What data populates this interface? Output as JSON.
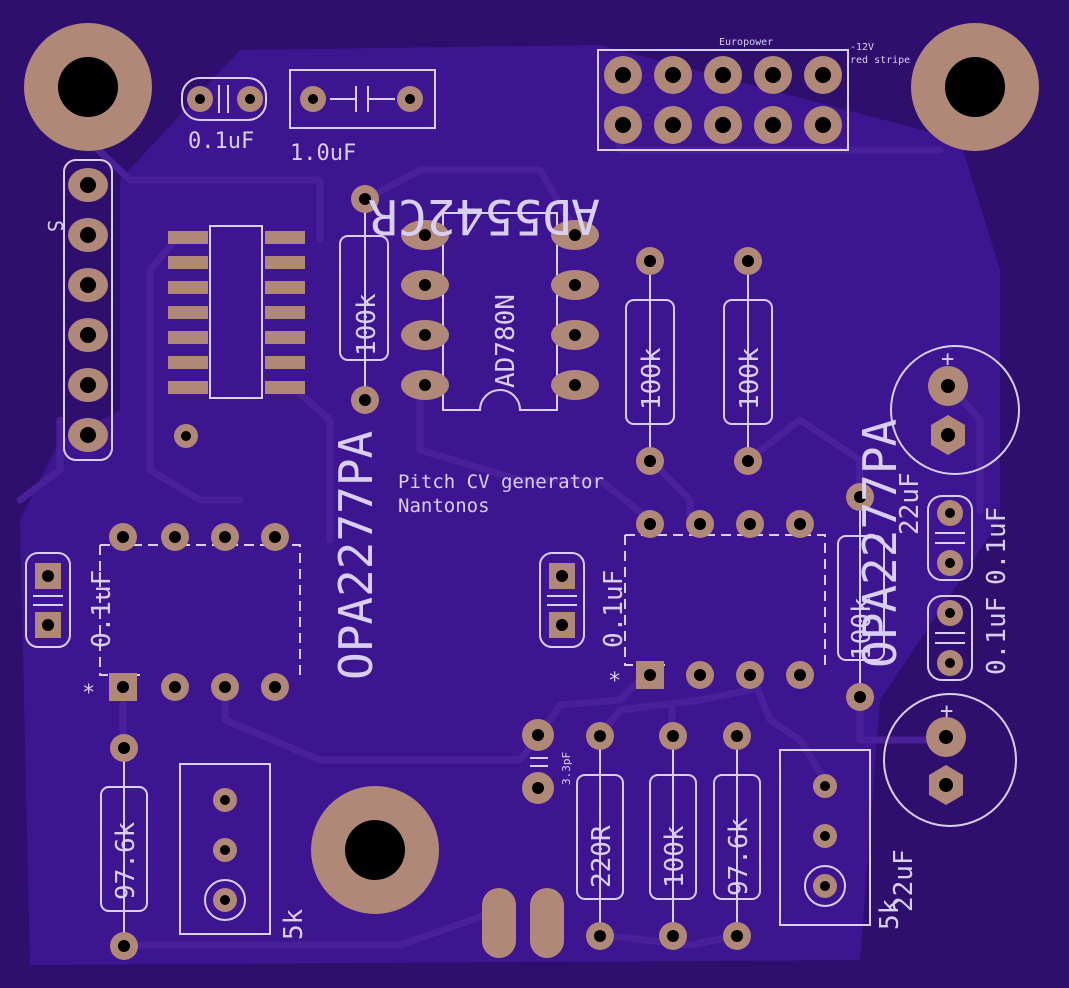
{
  "board": {
    "labels": {
      "title_line1": "Pitch CV generator",
      "title_line2": "Nantonos",
      "europower": "Europower",
      "minus12": "-12V",
      "red_stripe": "red stripe",
      "ic_ad5542": "AD5542CR",
      "ic_ad780": "AD780N",
      "ic_opa_left": "OPA2277PA",
      "ic_opa_right": "OPA2277PA",
      "pin_s": "S",
      "cap_top_small": "0.1uF",
      "cap_top_large": "1.0uF",
      "cap_left": "0.1uF",
      "cap_mid": "0.1uF",
      "cap_right_a": "0.1uF",
      "cap_right_b": "0.1uF",
      "cap_3p3": "3.3pF",
      "elec_22uf_a": "22uF",
      "elec_22uf_b": "22uF",
      "plus_a": "+",
      "plus_b": "+",
      "res_100k_a": "100k",
      "res_100k_b": "100k",
      "res_100k_c": "100k",
      "res_100k_d": "100k",
      "res_100k_e": "100k",
      "res_97k6_a": "97.6k",
      "res_97k6_b": "97.6k",
      "res_220r": "220R",
      "trim_5k_a": "5k",
      "trim_5k_b": "5k",
      "pin1_a": "*",
      "pin1_b": "*"
    },
    "colors": {
      "board": "#2e0f6e",
      "silkscreen": "#d9cff0",
      "pad": "#b08878",
      "trace": "#4a1f9a",
      "drill": "#000000"
    }
  }
}
